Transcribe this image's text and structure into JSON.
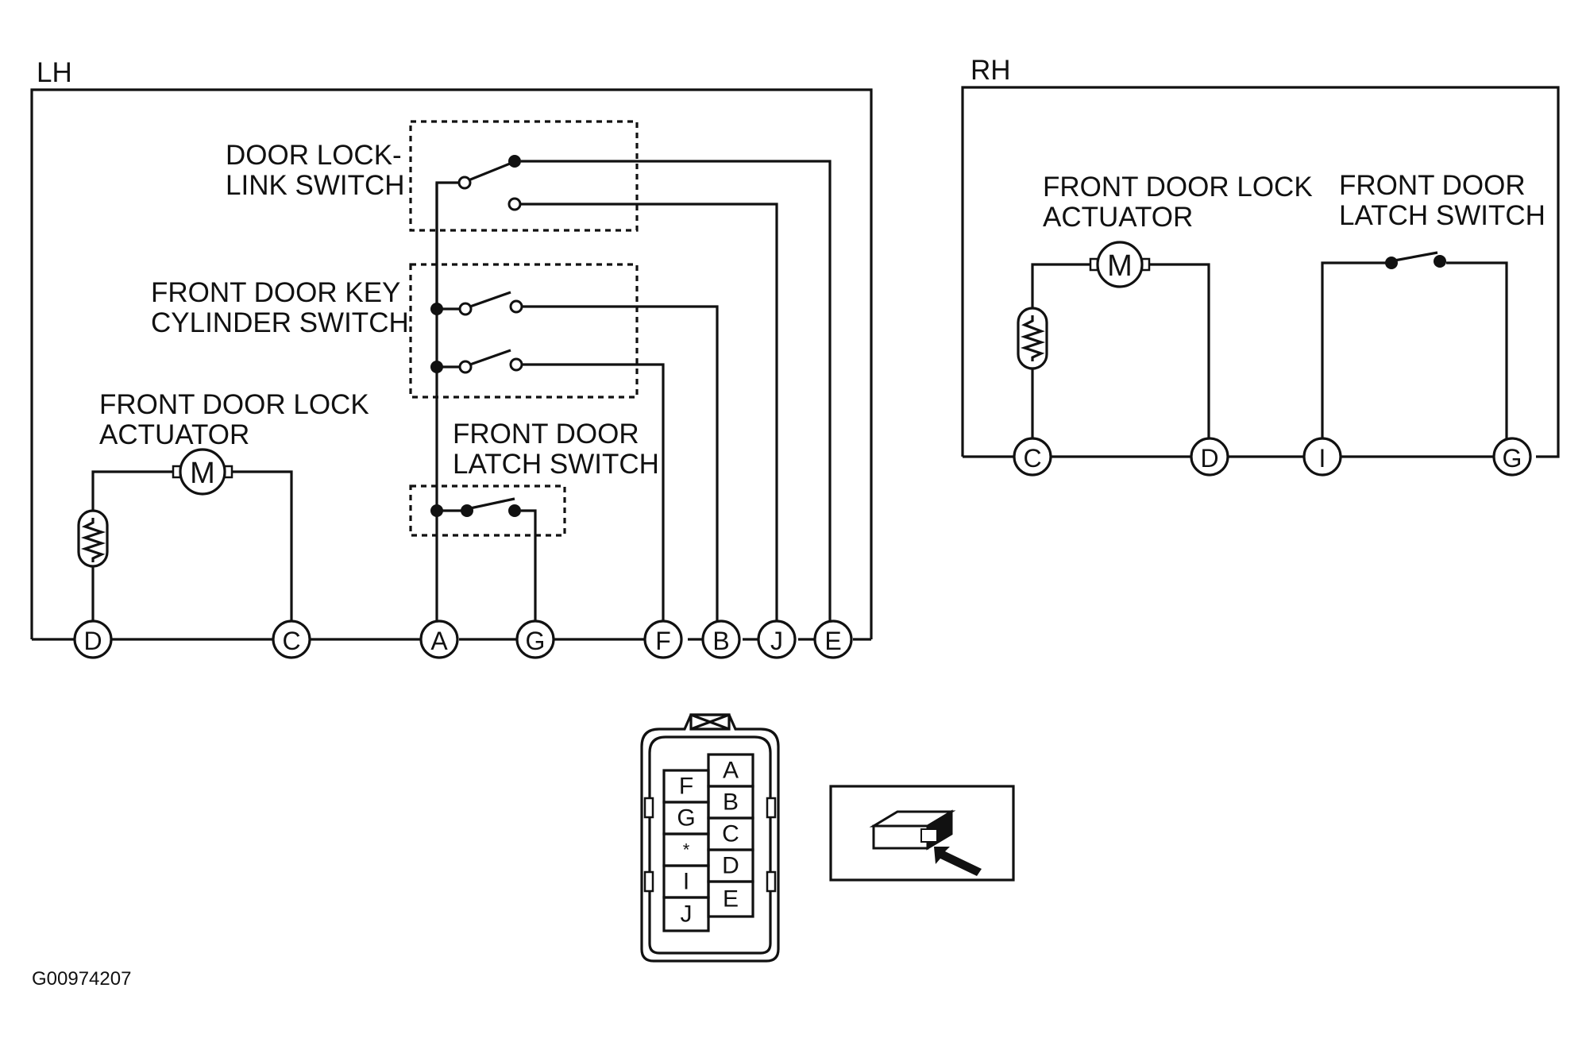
{
  "lh": {
    "title": "LH",
    "door_lock_link_switch": [
      "DOOR LOCK-",
      "LINK SWITCH"
    ],
    "key_cylinder_switch": [
      "FRONT DOOR KEY",
      "CYLINDER SWITCH"
    ],
    "latch_switch": [
      "FRONT DOOR",
      "LATCH SWITCH"
    ],
    "actuator": [
      "FRONT DOOR LOCK",
      "ACTUATOR"
    ],
    "motor_symbol": "M",
    "terminals": [
      "D",
      "C",
      "A",
      "G",
      "F",
      "B",
      "J",
      "E"
    ]
  },
  "rh": {
    "title": "RH",
    "actuator": [
      "FRONT DOOR LOCK",
      "ACTUATOR"
    ],
    "latch_switch": [
      "FRONT DOOR",
      "LATCH SWITCH"
    ],
    "motor_symbol": "M",
    "terminals": [
      "C",
      "D",
      "I",
      "G"
    ]
  },
  "connector": {
    "left_pins": [
      "F",
      "G",
      "*",
      "I",
      "J"
    ],
    "right_pins": [
      "A",
      "B",
      "C",
      "D",
      "E"
    ]
  },
  "figure_id": "G00974207"
}
